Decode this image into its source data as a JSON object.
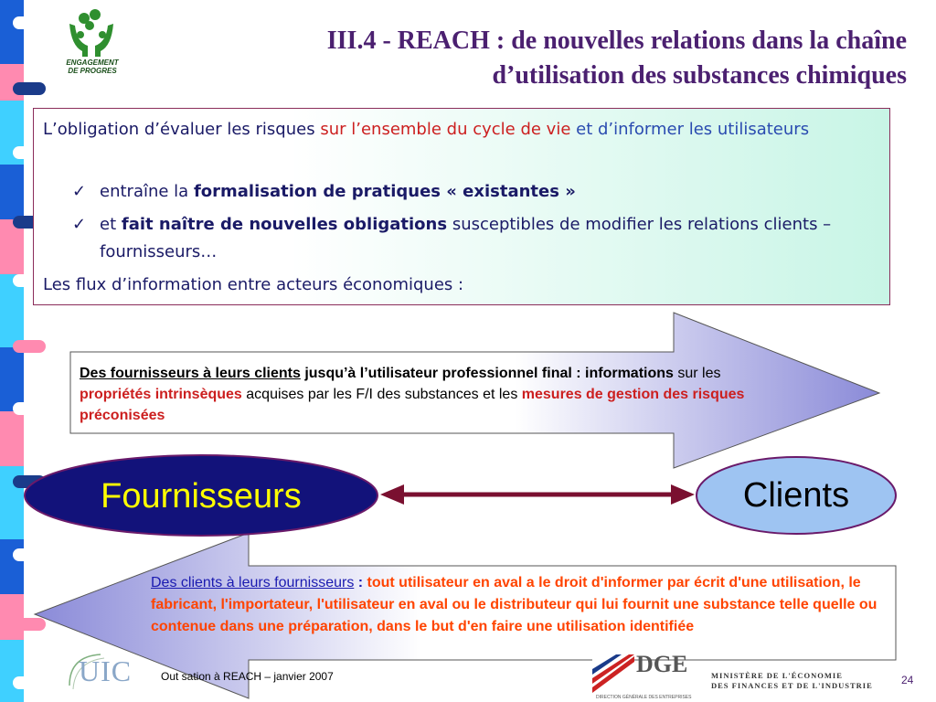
{
  "logo_top": {
    "line1": "ENGAGEMENT",
    "line2": "DE PROGRES"
  },
  "title": {
    "part1": "III.4 - REACH",
    "sep": " : ",
    "part2": "de nouvelles relations dans la chaîne",
    "line2": "d’utilisation des substances chimiques"
  },
  "box": {
    "l1_a": "L’obligation d’évaluer les risques ",
    "l1_b": "sur l’ensemble du cycle de vie",
    "l1_c": " et d’informer les utilisateurs",
    "check_glyph": "✓",
    "b1_a": "entraîne la ",
    "b1_b": "formalisation de pratiques « existantes »",
    "b2_a": "et ",
    "b2_b": "fait naître de nouvelles obligations",
    "b2_c": " susceptibles de modifier les relations clients – fournisseurs…",
    "l4": "Les flux d’information entre acteurs économiques :"
  },
  "arrow_top": {
    "a": "Des fournisseurs à leurs clients",
    "b": " jusqu’à l’utilisateur professionnel final : informations",
    "c": " sur les ",
    "d": "propriétés intrinsèques",
    "e": " acquises par les F/I des substances et les ",
    "f": "mesures de gestion des risques préconisées"
  },
  "actors": {
    "fournisseurs": "Fournisseurs",
    "clients": "Clients"
  },
  "arrow_bottom": {
    "a": "Des clients à leurs fournisseurs",
    "b": " : ",
    "c": "tout utilisateur en aval a le droit d'informer par écrit d'une utilisation, le fabricant, l'importateur, l'utilisateur en aval ou le distributeur qui lui fournit une substance telle quelle ou contenue dans une préparation, dans le but d'en faire une utilisation identifiée"
  },
  "footer": {
    "text": "Out          sation à REACH –  janvier 2007",
    "page": "24",
    "uic": "UIC",
    "dge": "DGE",
    "dge_sub": "DIRECTION GÉNÉRALE DES ENTREPRISES",
    "ministere_l1": "MINISTÈRE DE L'ÉCONOMIE",
    "ministere_l2": "DES FINANCES ET DE L'INDUSTRIE"
  },
  "colors": {
    "title": "#4b2070",
    "box_text": "#1a1a66",
    "emphasis_red": "#cc1f1f",
    "emphasis_blue": "#2a4bb0",
    "fournisseurs_fill": "#12127a",
    "fournisseurs_text": "#ffff00",
    "clients_fill": "#9ec4f2",
    "link_arrow": "#7a1030",
    "bottom_text": "#ff4400"
  }
}
